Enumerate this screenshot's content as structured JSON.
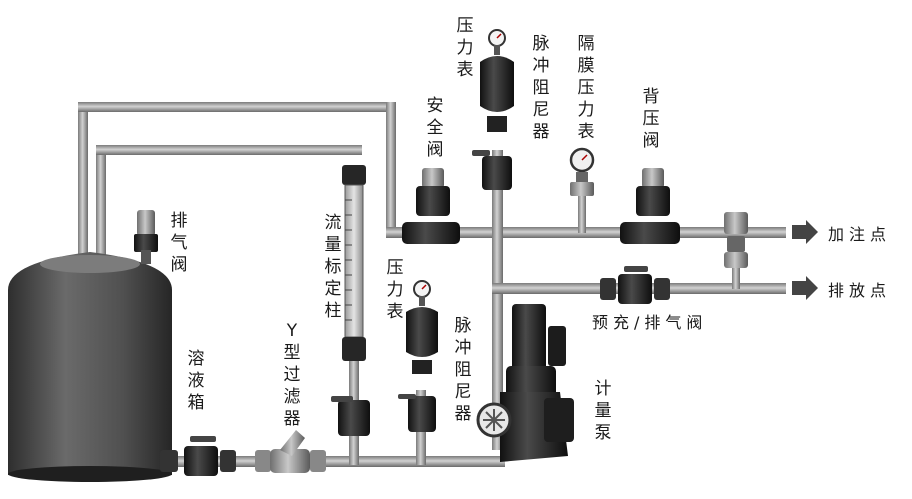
{
  "labels": {
    "pressure_gauge_top": "压力表",
    "pulse_damper_top": "脉冲阻尼器",
    "diaphragm_gauge": "隔膜压力表",
    "back_pressure_valve": "背压阀",
    "safety_valve": "安全阀",
    "vent_valve": "排气阀",
    "flow_calibration_column": "流量标定柱",
    "pressure_gauge_bottom": "压力表",
    "pulse_damper_bottom": "脉冲阻尼器",
    "dissolving_tank": "溶液箱",
    "y_filter": "Y型过滤器",
    "metering_pump": "计量泵",
    "injection_point": "加注点",
    "discharge_point": "排放点",
    "prefill_vent_valve": "预充/排气阀"
  }
}
